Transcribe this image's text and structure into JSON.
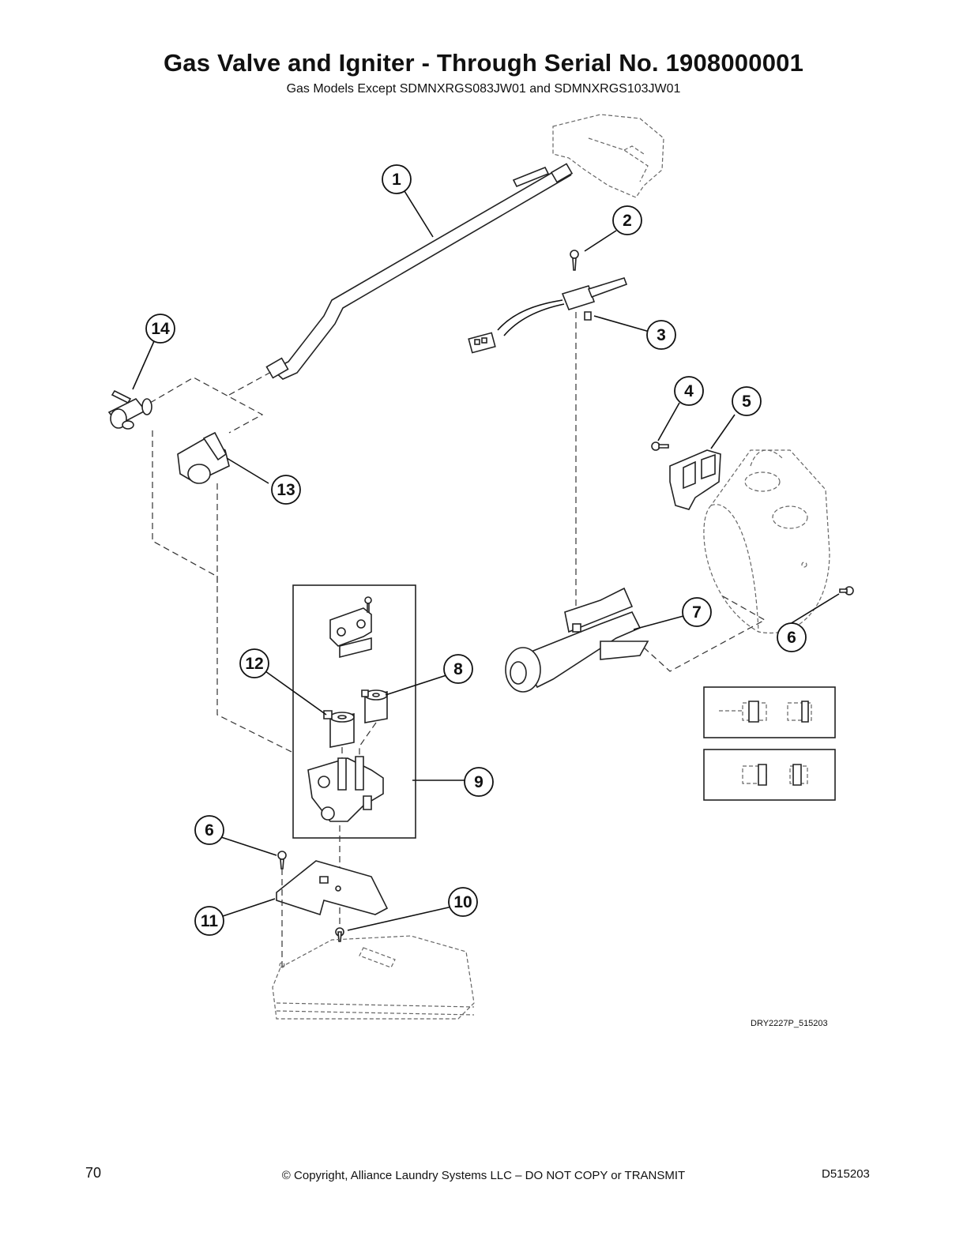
{
  "header": {
    "title": "Gas Valve and Igniter - Through Serial No. 1908000001",
    "subtitle": "Gas Models Except SDMNXRGS083JW01 and SDMNXRGS103JW01"
  },
  "callouts": [
    {
      "id": "c1",
      "label": "1"
    },
    {
      "id": "c2",
      "label": "2"
    },
    {
      "id": "c3",
      "label": "3"
    },
    {
      "id": "c4",
      "label": "4"
    },
    {
      "id": "c5",
      "label": "5"
    },
    {
      "id": "c6a",
      "label": "6"
    },
    {
      "id": "c6b",
      "label": "6"
    },
    {
      "id": "c7",
      "label": "7"
    },
    {
      "id": "c8",
      "label": "8"
    },
    {
      "id": "c9",
      "label": "9"
    },
    {
      "id": "c10",
      "label": "10"
    },
    {
      "id": "c11",
      "label": "11"
    },
    {
      "id": "c12",
      "label": "12"
    },
    {
      "id": "c13",
      "label": "13"
    },
    {
      "id": "c14",
      "label": "14"
    }
  ],
  "diagram_ref": "DRY2227P_515203",
  "footer": {
    "page_number": "70",
    "copyright": "© Copyright, Alliance Laundry Systems LLC – DO NOT COPY or TRANSMIT",
    "doc_number": "D515203"
  }
}
